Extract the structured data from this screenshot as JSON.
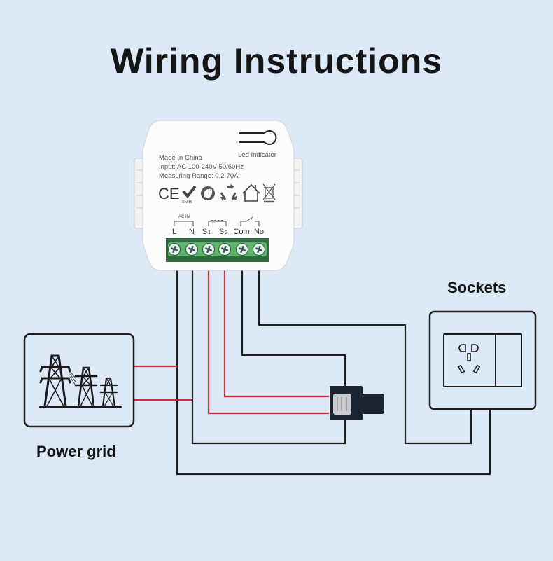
{
  "title": "Wiring Instructions",
  "labels": {
    "sockets": "Sockets",
    "power_grid": "Power grid"
  },
  "device": {
    "origin": "Made In China",
    "input": "Input: AC 100-240V 50/60Hz",
    "measuring_range": "Measuring Range: 0.2-70A",
    "led_label": "Led Indicator",
    "certifications": [
      "CE",
      "RoHS",
      "green-dot-icon",
      "recycle-icon",
      "home-icon",
      "weee-bin-icon"
    ],
    "rohs_text": "RoHS",
    "ce_text": "CE",
    "group_label_ac_in": "AC IN",
    "terminals": [
      {
        "label": "L",
        "sub": ""
      },
      {
        "label": "N",
        "sub": ""
      },
      {
        "label": "S",
        "sub": "1"
      },
      {
        "label": "S",
        "sub": "2"
      },
      {
        "label": "Com",
        "sub": ""
      },
      {
        "label": "No",
        "sub": ""
      }
    ]
  },
  "colors": {
    "background": "#dde9f6",
    "wire_black": "#1e1e1e",
    "wire_red": "#c0323a",
    "terminal_dark": "#2f6a40",
    "terminal_light": "#5cb46b",
    "device_body": "#fbfbfb",
    "clamp": "#1b2330"
  },
  "wires": [
    {
      "from": "L",
      "to": [
        "power-grid",
        "socket"
      ],
      "color": "black"
    },
    {
      "from": "N",
      "to": [
        "power-grid",
        "current-clamp"
      ],
      "color": "black"
    },
    {
      "from": "S1",
      "to": "current-clamp",
      "color": "red"
    },
    {
      "from": "S2",
      "to": "current-clamp",
      "color": "red"
    },
    {
      "from": "Com",
      "to": "current-clamp",
      "color": "black"
    },
    {
      "from": "No",
      "to": "socket",
      "color": "black"
    }
  ]
}
